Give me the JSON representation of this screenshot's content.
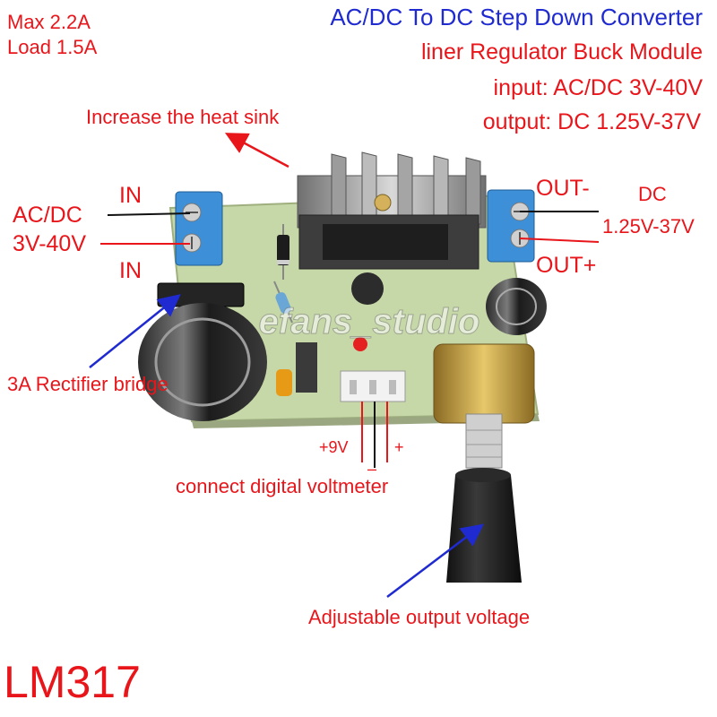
{
  "labels": {
    "max_current": "Max 2.2A",
    "load_current": "Load 1.5A",
    "title": "AC/DC To DC Step Down Converter",
    "subtitle": "liner Regulator Buck Module",
    "input_spec": "input: AC/DC 3V-40V",
    "output_spec": "output: DC 1.25V-37V",
    "heat_sink": "Increase the heat sink",
    "in_top": "IN",
    "in_type": "AC/DC",
    "in_range": "3V-40V",
    "in_bottom": "IN",
    "out_minus": "OUT-",
    "out_type": "DC",
    "out_range": "1.25V-37V",
    "out_plus": "OUT+",
    "rectifier": "3A Rectifier bridge",
    "pin_9v": "+9V",
    "pin_minus": "–",
    "pin_plus": "+",
    "voltmeter": "connect digital voltmeter",
    "adjustable": "Adjustable output voltage",
    "model": "LM317"
  },
  "watermark": "efans_studio",
  "colors": {
    "annotation_red": "#e8161b",
    "title_blue": "#1f2bd0",
    "pcb_green": "#c6d7a8",
    "heatsink": "#8e8e8e",
    "terminal_blue": "#3d8fd8",
    "pointer_blue": "#1f2bd0"
  }
}
